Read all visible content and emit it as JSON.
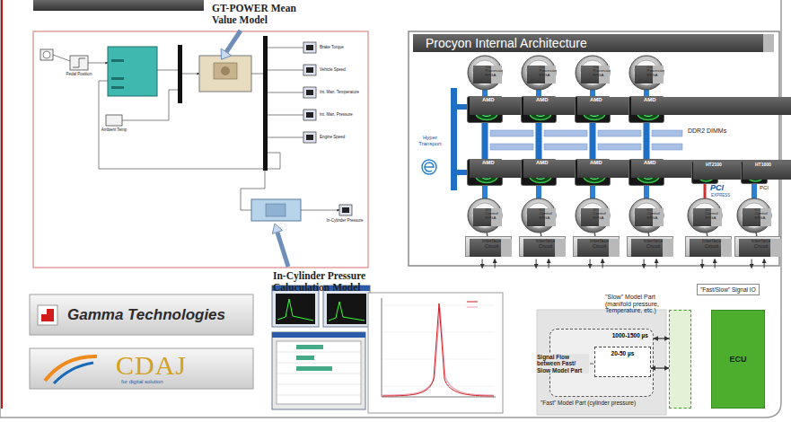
{
  "diagram": {
    "nodes": [
      {
        "text": [
          "Procyon Internal Architecture"
        ]
      },
      {
        "text": [
          "Co-Processor FPGA"
        ],
        "in": 0
      },
      {
        "text": [
          "Co-Processor FPGA"
        ],
        "in": 0
      },
      {
        "text": [
          "Co-Processor FPGA"
        ],
        "in": 0
      },
      {
        "text": [
          "Co-Processor FPGA"
        ],
        "in": 0
      },
      {
        "text": [
          "AMD"
        ],
        "in": 0
      },
      {
        "text": [
          "AMD"
        ],
        "in": 0
      },
      {
        "text": [
          "AMD"
        ],
        "in": 0
      },
      {
        "text": [
          "AMD"
        ],
        "in": 0
      },
      {
        "text": [
          "AMD"
        ],
        "in": 0
      },
      {
        "text": [
          "AMD"
        ],
        "in": 0
      },
      {
        "text": [
          "AMD"
        ],
        "in": 0
      },
      {
        "text": [
          "AMD"
        ],
        "in": 0
      },
      {
        "text": [
          "HT2100"
        ],
        "in": 0
      },
      {
        "text": [
          "HT1000"
        ],
        "in": 0
      },
      {
        "text": [
          "I/O Control FPGA"
        ],
        "in": 0
      },
      {
        "text": [
          "I/O Control FPGA"
        ],
        "in": 0
      },
      {
        "text": [
          "I/O Control FPGA"
        ],
        "in": 0
      },
      {
        "text": [
          "I/O Control FPGA"
        ],
        "in": 0
      },
      {
        "text": [
          "I/O Control FPGA"
        ],
        "in": 0
      },
      {
        "text": [
          "I/O Control FPGA"
        ],
        "in": 0
      },
      {
        "text": [
          "Interface Circuit"
        ],
        "in": 0
      },
      {
        "text": [
          "Interface Circuit"
        ],
        "in": 0
      },
      {
        "text": [
          "Interface Circuit"
        ],
        "in": 0
      },
      {
        "text": [
          "Interface Circuit"
        ],
        "in": 0
      },
      {
        "text": [
          "Interface Circuit"
        ],
        "in": 0
      },
      {
        "text": [
          "Interface Circuit"
        ],
        "in": 0
      },
      {
        "text": [
          "Gamma Technologies"
        ]
      },
      {
        "text": [
          "CDAJ",
          "for digital solution"
        ]
      },
      {
        "text": [
          "1000-1500 µs"
        ]
      },
      {
        "text": [
          "20-50 µs"
        ],
        "in": 29
      },
      {
        "text": [
          "\"Fast/Slow\" Signal IO"
        ]
      },
      {
        "text": [
          "ECU"
        ]
      }
    ],
    "edges": [
      {
        "from": 1,
        "to": 5,
        "arrow": "none"
      },
      {
        "from": 2,
        "to": 6,
        "arrow": "none"
      },
      {
        "from": 3,
        "to": 7,
        "arrow": "none"
      },
      {
        "from": 4,
        "to": 8,
        "arrow": "none"
      },
      {
        "from": 5,
        "to": 6,
        "arrow": "none"
      },
      {
        "from": 6,
        "to": 7,
        "arrow": "none"
      },
      {
        "from": 7,
        "to": 8,
        "arrow": "none"
      },
      {
        "from": 5,
        "to": 9,
        "arrow": "none"
      },
      {
        "from": 6,
        "to": 10,
        "arrow": "none"
      },
      {
        "from": 7,
        "to": 11,
        "arrow": "none"
      },
      {
        "from": 8,
        "to": 12,
        "arrow": "none"
      },
      {
        "from": 9,
        "to": 10,
        "arrow": "none"
      },
      {
        "from": 10,
        "to": 11,
        "arrow": "none"
      },
      {
        "from": 11,
        "to": 12,
        "arrow": "none"
      },
      {
        "from": 12,
        "to": 13,
        "arrow": "none"
      },
      {
        "from": 13,
        "to": 14,
        "arrow": "none"
      },
      {
        "from": 9,
        "to": 15,
        "arrow": "none"
      },
      {
        "from": 10,
        "to": 16,
        "arrow": "none"
      },
      {
        "from": 11,
        "to": 17,
        "arrow": "none"
      },
      {
        "from": 12,
        "to": 18,
        "arrow": "none"
      },
      {
        "from": 13,
        "to": 19,
        "arrow": "none"
      },
      {
        "from": 14,
        "to": 20,
        "arrow": "none"
      },
      {
        "from": 15,
        "to": 21,
        "arrow": "none"
      },
      {
        "from": 16,
        "to": 22,
        "arrow": "none"
      },
      {
        "from": 17,
        "to": 23,
        "arrow": "none"
      },
      {
        "from": 18,
        "to": 24,
        "arrow": "none"
      },
      {
        "from": 19,
        "to": 25,
        "arrow": "none"
      },
      {
        "from": 20,
        "to": 26,
        "arrow": "none"
      },
      {
        "from": 29,
        "to": 31,
        "arrow": "both"
      },
      {
        "from": 30,
        "to": 31,
        "arrow": "both"
      }
    ],
    "labels": [
      "GT-POWER Mean Value Model",
      "In-Cylinder Pressure Caluculation Model",
      "Pedal Position",
      "Ambient Temp",
      "Brake Torque",
      "Vehicle Speed",
      "Int. Man. Temperature",
      "Int. Man. Pressure",
      "Engine Speed",
      "In-Cylinder Pressure",
      "Hyper Transport",
      "DDR2 DIMMs",
      "PCI",
      "EXPRESS",
      "PCI",
      "\"Slow\" Model Part (manifold pressure, Temperature, etc.)",
      "Signal Flow between Fast/ Slow Model Part",
      "\"Fast\" Model Part (cylinder pressure)"
    ]
  }
}
